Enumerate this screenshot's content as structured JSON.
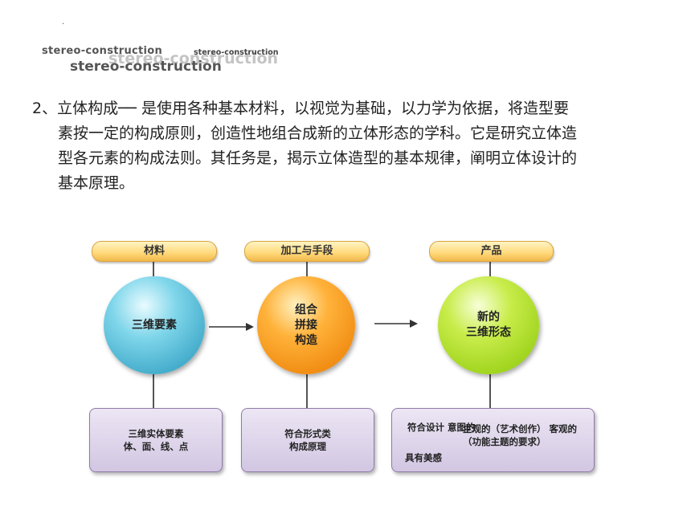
{
  "logo": {
    "line1": "stereo-construction",
    "line2": "stereo-construction",
    "line3": "stereo-construction",
    "line4": "stereo-construction"
  },
  "decor_dot": ".",
  "paragraph": {
    "lines": [
      "2、立体构成── 是使用各种基本材料，以视觉为基础，以力学为依据，将造型要",
      "素按一定的构成原则，创造性地组合成新的立体形态的学科。它是研究立体造",
      "型各元素的构成法则。其任务是，揭示立体造型的基本规律，阐明立体设计的",
      "基本原理。"
    ]
  },
  "diagram": {
    "headers": [
      "材料",
      "加工与手段",
      "产品"
    ],
    "circles": [
      [
        "三维要素"
      ],
      [
        "组合",
        "拼接",
        "构造"
      ],
      [
        "新的",
        "三维形态"
      ]
    ],
    "box1": [
      "三维实体要素",
      "体、面、线、点"
    ],
    "box2": [
      "符合形式类",
      "构成原理"
    ],
    "box3": {
      "left": [
        "符合设计",
        "意图的"
      ],
      "right": [
        "主观的（艺术创作）",
        "客观的（功能主题的要求）"
      ],
      "bottom": "具有美感"
    }
  }
}
